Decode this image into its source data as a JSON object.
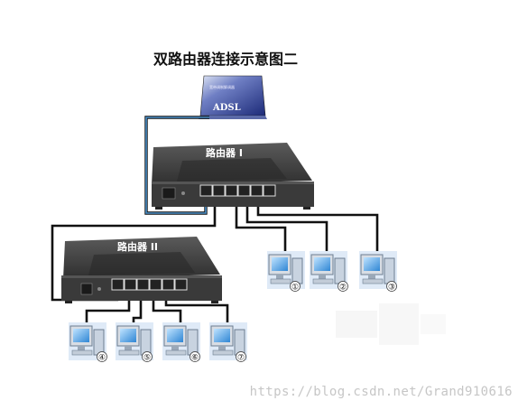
{
  "diagram": {
    "title": "双路由器连接示意图二",
    "modem": {
      "label": "ADSL",
      "small_text": "宽带调制解调器"
    },
    "router1": {
      "label": "路由器 I"
    },
    "router2": {
      "label": "路由器 II"
    },
    "computers_router1": [
      {
        "number": "①"
      },
      {
        "number": "②"
      },
      {
        "number": "③"
      }
    ],
    "computers_router2": [
      {
        "number": "④"
      },
      {
        "number": "⑤"
      },
      {
        "number": "⑥"
      },
      {
        "number": "⑦"
      }
    ]
  },
  "watermark": "https://blog.csdn.net/Grand910616",
  "colors": {
    "router_body": "#3b3b3b",
    "router_top": "#4a4a4a",
    "cable": "#111111",
    "cable_uplink": "#4a90c8",
    "modem": "#2a3b8c",
    "monitor_screen": "#5aa9e6",
    "computer_case": "#b8c7d8"
  }
}
